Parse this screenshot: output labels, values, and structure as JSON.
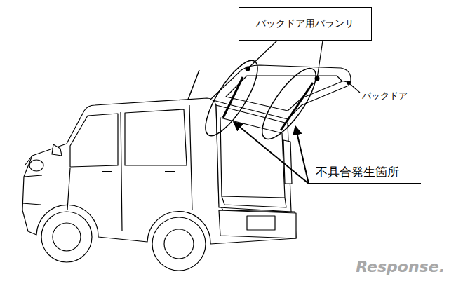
{
  "diagram": {
    "nodes": [
      {
        "text": [
          "バックドア用バランサ"
        ]
      }
    ],
    "edges": [],
    "labels": [
      "バックドア",
      "不具合発生箇所",
      "Response."
    ]
  }
}
